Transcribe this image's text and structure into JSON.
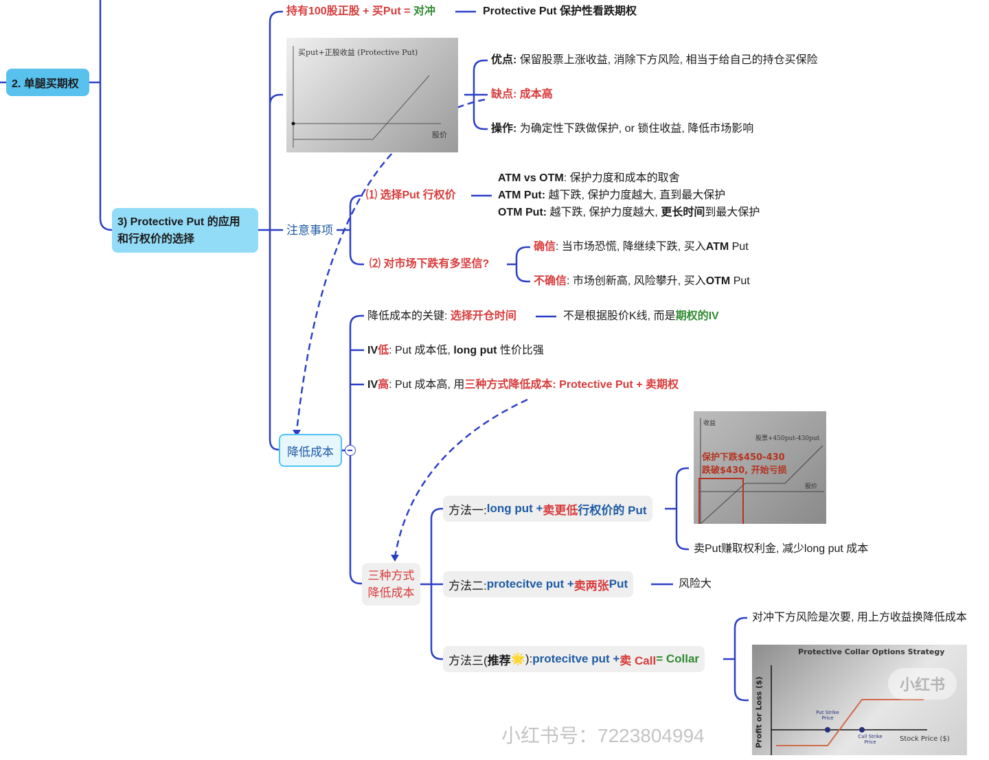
{
  "colors": {
    "red": "#d93a3a",
    "green": "#2f8a2f",
    "blue": "#1d5aa3",
    "line": "#2b3fc6",
    "node_main": "#59c1ee",
    "node_sub": "#92dcf7"
  },
  "nodes": {
    "single_leg": "2. 单腿买期权",
    "pp_app_line1": "3) Protective Put 的应用",
    "pp_app_line2": "和行权价的选择",
    "notes": "注意事项",
    "reduce_cost": "降低成本",
    "three_ways_1": "三种方式",
    "three_ways_2": "降低成本"
  },
  "rich": {
    "hedge": [
      {
        "t": "持有100股正股 + 买Put = ",
        "c": "red",
        "b": 1
      },
      {
        "t": "对冲",
        "c": "green",
        "b": 1
      }
    ],
    "pp_name": [
      {
        "t": "Protective Put 保护性看跌期权",
        "b": 1
      }
    ],
    "pro": [
      {
        "t": "优点:",
        "b": 1
      },
      {
        "t": " 保留股票上涨收益, 消除下方风险, 相当于给自己的持仓买保险"
      }
    ],
    "con": [
      {
        "t": "缺点: 成本高",
        "c": "red",
        "b": 1
      }
    ],
    "op": [
      {
        "t": "操作:",
        "b": 1
      },
      {
        "t": " 为确定性下跌做保护, or 锁住收益, 降低市场影响"
      }
    ],
    "choose_strike": [
      {
        "t": "⑴ 选择Put 行权价",
        "c": "red",
        "b": 1
      }
    ],
    "atm_otm": [
      {
        "t": "ATM vs OTM",
        "b": 1
      },
      {
        "t": ": 保护力度和成本的取舍"
      }
    ],
    "atm_put": [
      {
        "t": "ATM Put:",
        "b": 1
      },
      {
        "t": " 越下跌, 保护力度越大, 直到最大保护"
      }
    ],
    "otm_put": [
      {
        "t": "OTM Put:",
        "b": 1
      },
      {
        "t": " 越下跌, 保护力度越大, "
      },
      {
        "t": "更长时间",
        "b": 1
      },
      {
        "t": "到最大保护"
      }
    ],
    "conviction": [
      {
        "t": "⑵ 对市场下跌有多坚信?",
        "c": "red",
        "b": 1
      }
    ],
    "sure": [
      {
        "t": "确信",
        "c": "red",
        "b": 1
      },
      {
        "t": ": 当市场恐慌, 降继续下跌, 买入"
      },
      {
        "t": "ATM",
        "b": 1
      },
      {
        "t": " Put"
      }
    ],
    "unsure": [
      {
        "t": "不确信",
        "c": "red",
        "b": 1
      },
      {
        "t": ": 市场创新高, 风险攀升, 买入"
      },
      {
        "t": "OTM",
        "b": 1
      },
      {
        "t": " Put"
      }
    ],
    "key": [
      {
        "t": "降低成本的关键: "
      },
      {
        "t": "选择开仓时间",
        "c": "red",
        "b": 1
      }
    ],
    "not_k": [
      {
        "t": "不是根据股价K线, 而是"
      },
      {
        "t": "期权的IV",
        "c": "green",
        "b": 1
      }
    ],
    "iv_low": [
      {
        "t": "IV",
        "b": 1
      },
      {
        "t": "低",
        "c": "red",
        "b": 1
      },
      {
        "t": ": Put 成本低, "
      },
      {
        "t": "long put",
        "b": 1
      },
      {
        "t": " 性价比强"
      }
    ],
    "iv_high": [
      {
        "t": "IV",
        "b": 1
      },
      {
        "t": "高",
        "c": "red",
        "b": 1
      },
      {
        "t": ": Put 成本高, 用"
      },
      {
        "t": "三种方式降低成本: Protective Put + 卖期权",
        "c": "red",
        "b": 1
      }
    ],
    "m1": [
      {
        "t": "方法一: "
      },
      {
        "t": "long put + ",
        "c": "blue",
        "b": 1
      },
      {
        "t": "卖更低",
        "c": "red",
        "b": 1
      },
      {
        "t": "行权价的 Put",
        "c": "blue",
        "b": 1
      }
    ],
    "m1_note": [
      {
        "t": "卖Put赚取权利金, 减少long put 成本"
      }
    ],
    "m2": [
      {
        "t": "方法二:  "
      },
      {
        "t": "protecitve put + ",
        "c": "blue",
        "b": 1
      },
      {
        "t": "卖两张",
        "c": "red",
        "b": 1
      },
      {
        "t": "Put",
        "c": "blue",
        "b": 1
      }
    ],
    "m2_note": [
      {
        "t": "风险大"
      }
    ],
    "m3": [
      {
        "t": "方法三("
      },
      {
        "t": "推荐",
        "b": 1
      },
      {
        "t": "🌟"
      },
      {
        "t": "): "
      },
      {
        "t": "protecitve put + ",
        "c": "blue",
        "b": 1
      },
      {
        "t": "卖 Call",
        "c": "red",
        "b": 1
      },
      {
        "t": " = Collar",
        "c": "green",
        "b": 1
      }
    ],
    "m3_note": [
      {
        "t": "对冲下方风险是次要, 用上方收益换降低成本"
      }
    ]
  },
  "images": {
    "pp_chart": {
      "title": "买put+正股收益 (Protective Put)",
      "xlabel": "股价"
    },
    "spread_chart": {
      "ylabel": "收益",
      "legend": "股票+450put-430put",
      "xlabel": "股价",
      "note1": "保护下跌$450-430",
      "note2": "跌破$430, 开始亏损"
    },
    "collar_chart": {
      "title": "Protective Collar Options Strategy",
      "ylabel": "Profit or Loss ($)",
      "xlabel": "Stock Price ($)",
      "put_strike": "Put Strike Price",
      "call_strike": "Call Strike Price"
    }
  },
  "watermark": {
    "brand": "小红书",
    "id": "小红书号：7223804994"
  }
}
